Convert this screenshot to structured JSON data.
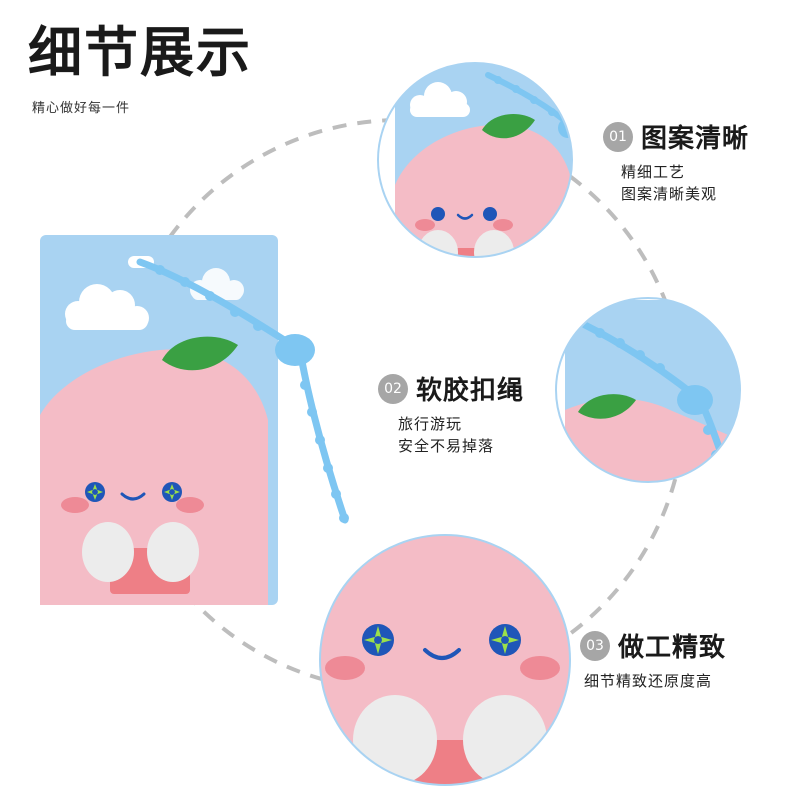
{
  "header": {
    "title": "细节展示",
    "subtitle": "精心做好每一件"
  },
  "features": [
    {
      "number": "01",
      "title": "图案清晰",
      "lines": [
        "精细工艺",
        "图案清晰美观"
      ]
    },
    {
      "number": "02",
      "title": "软胶扣绳",
      "lines": [
        "旅行游玩",
        "安全不易掉落"
      ]
    },
    {
      "number": "03",
      "title": "做工精致",
      "lines": [
        "细节精致还原度高"
      ]
    }
  ],
  "colors": {
    "card_blue": "#a9d3f2",
    "peach_pink": "#f4bcc6",
    "leaf_green": "#3aa043",
    "rope_blue": "#7ec6f2",
    "badge_gray": "#a6a6a6",
    "dashed_circle": "#bdbdbd"
  }
}
